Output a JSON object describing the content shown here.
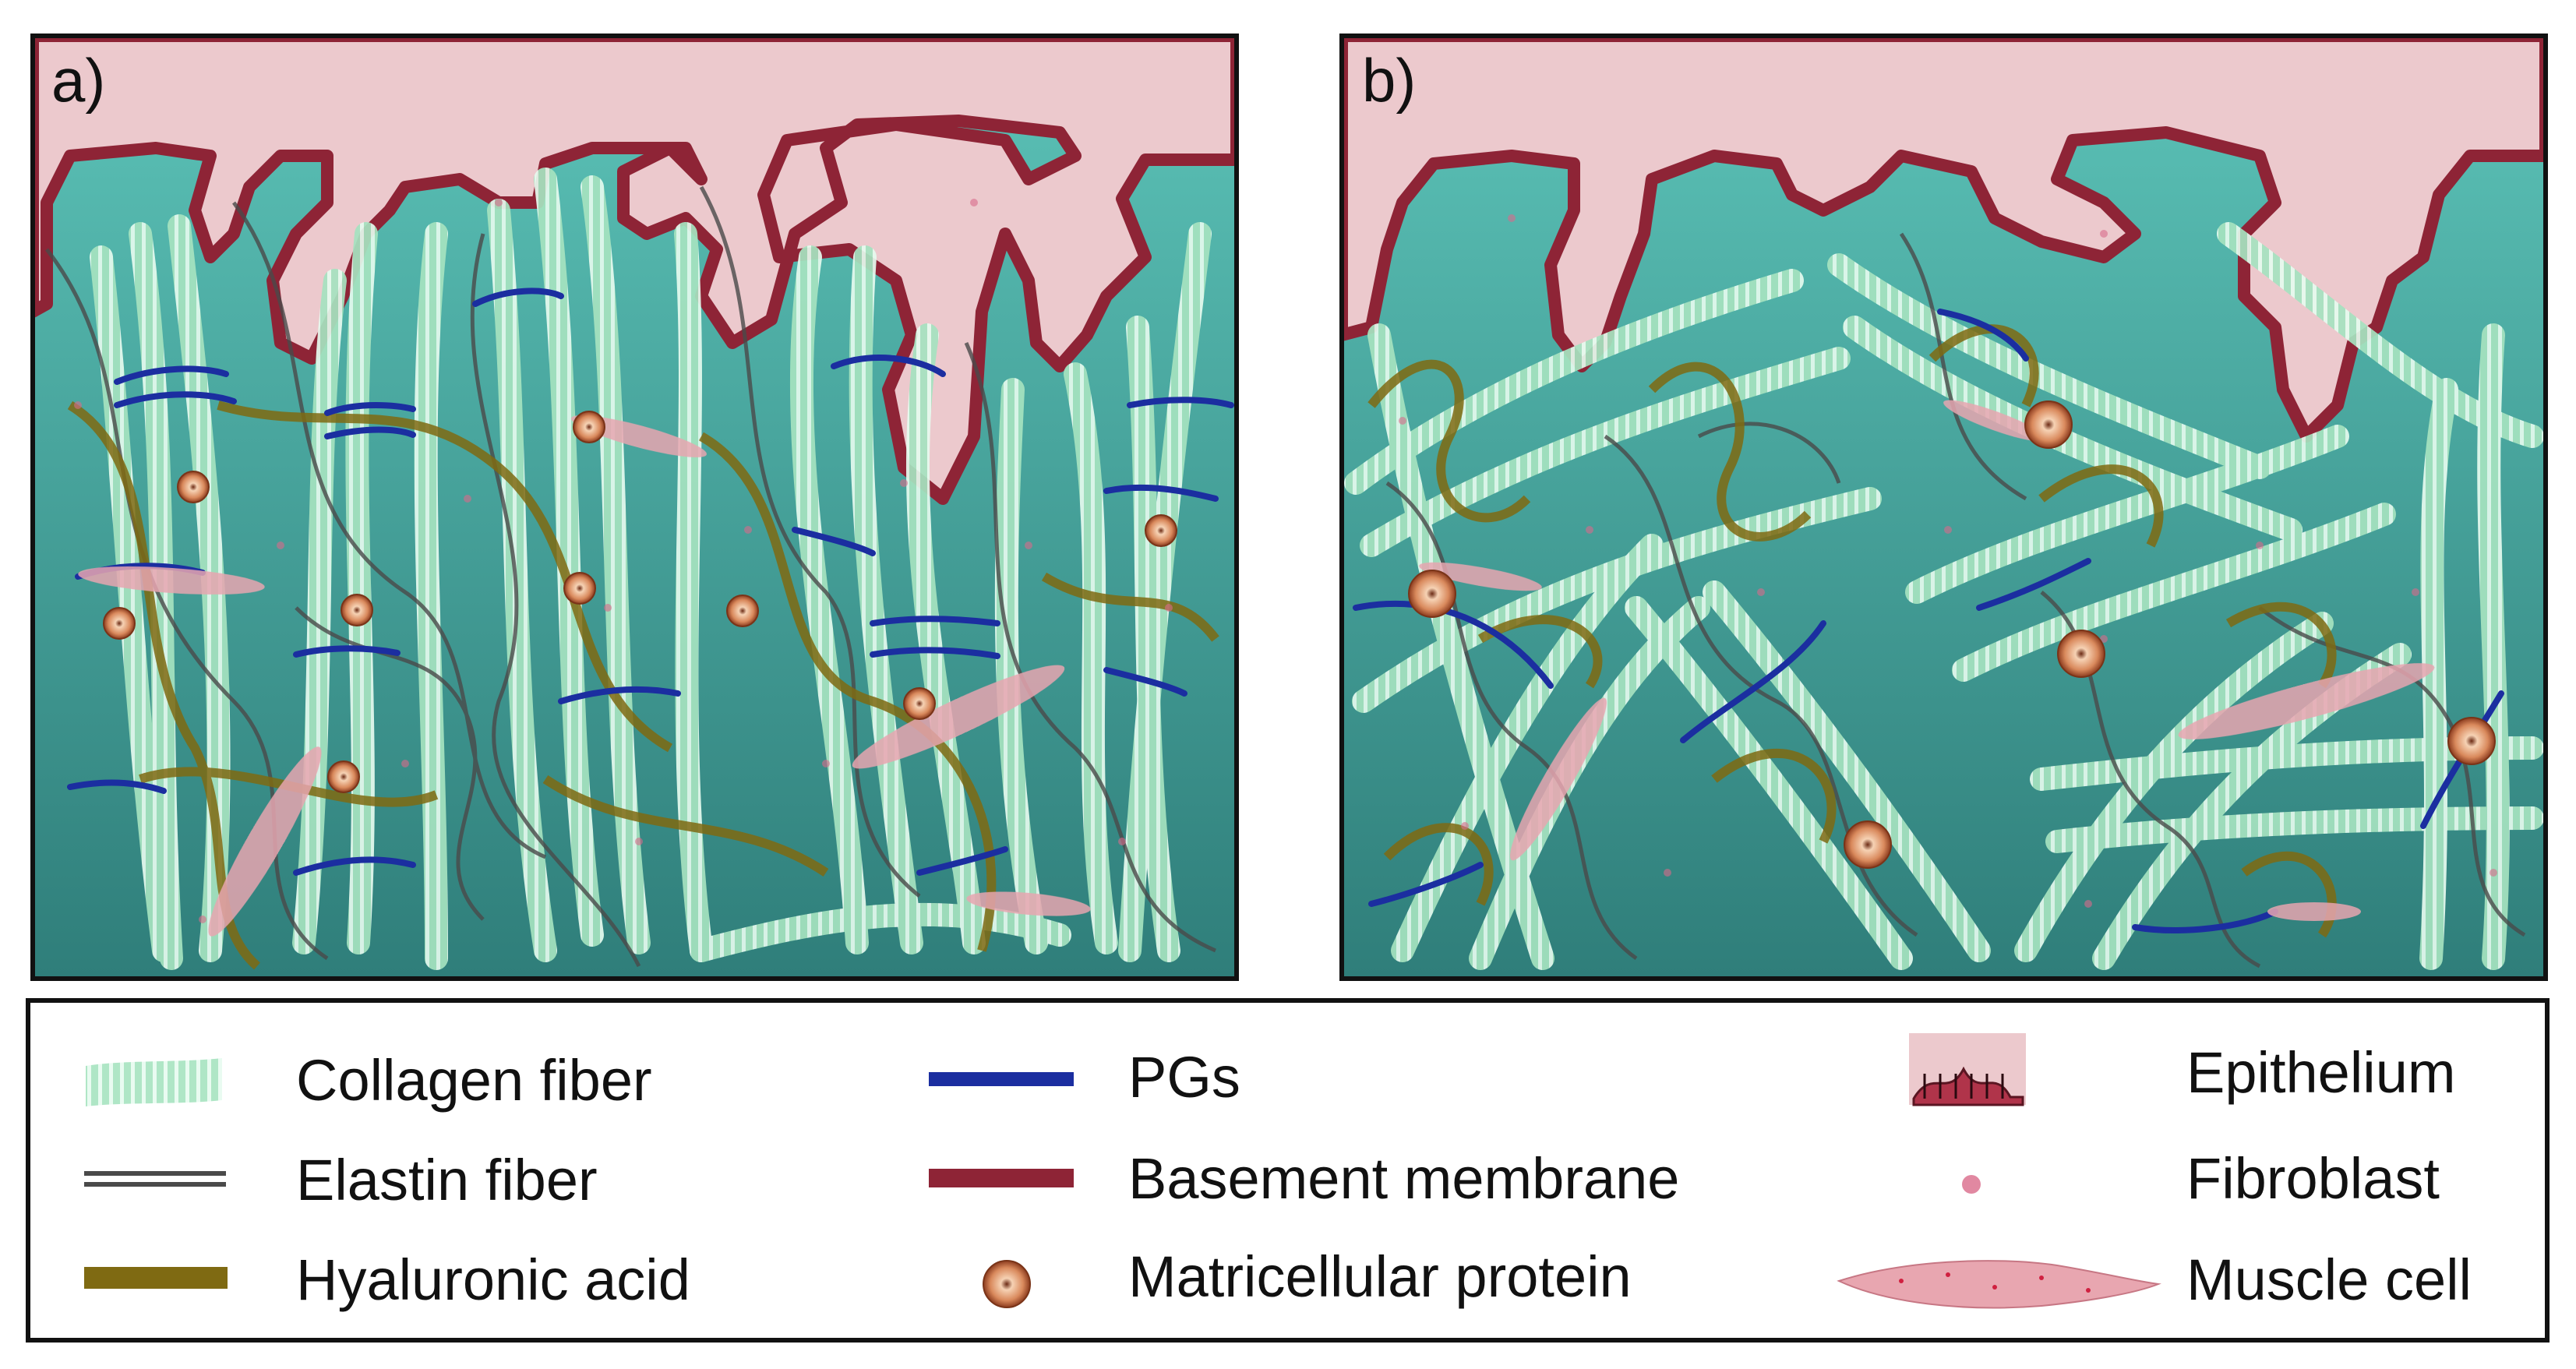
{
  "panels": [
    {
      "id": "a",
      "label": "a)"
    },
    {
      "id": "b",
      "label": "b)"
    }
  ],
  "legend": {
    "items": [
      {
        "key": "collagen",
        "label": "Collagen fiber",
        "icon": "collagen-fiber-icon"
      },
      {
        "key": "elastin",
        "label": "Elastin fiber",
        "icon": "elastin-fiber-icon"
      },
      {
        "key": "hyaluronic",
        "label": "Hyaluronic acid",
        "icon": "hyaluronic-acid-icon"
      },
      {
        "key": "pgs",
        "label": "PGs",
        "icon": "pgs-icon"
      },
      {
        "key": "basement",
        "label": "Basement membrane",
        "icon": "basement-membrane-icon"
      },
      {
        "key": "matricellular",
        "label": "Matricellular protein",
        "icon": "matricellular-protein-icon"
      },
      {
        "key": "epithelium",
        "label": "Epithelium",
        "icon": "epithelium-icon"
      },
      {
        "key": "fibroblast",
        "label": "Fibroblast",
        "icon": "fibroblast-icon"
      },
      {
        "key": "muscle",
        "label": "Muscle cell",
        "icon": "muscle-cell-icon"
      }
    ]
  },
  "colors": {
    "epithelium_fill": "#ecc9cd",
    "basement_membrane": "#8e2436",
    "stroma_top": "#5cc3b8",
    "stroma_bottom": "#2f7e7a",
    "collagen": "#a6e3c0",
    "collagen_stripe": "#e8fbf0",
    "elastin": "#4a4a4a",
    "hyaluronic_acid": "#7f6a12",
    "pgs": "#1b2ea0",
    "matricellular_ring": "#8b3b1e",
    "matricellular_fill": "#f4c6a3",
    "fibroblast": "#d96a8a",
    "muscle_cell": "#e8a6b0"
  }
}
